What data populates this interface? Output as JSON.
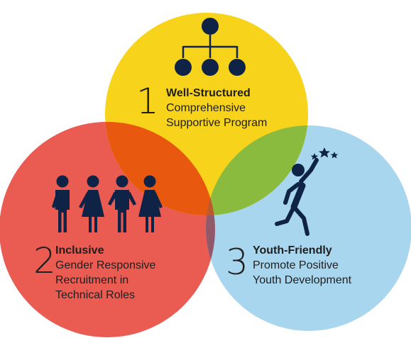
{
  "circles": [
    {
      "color": "#f7d31b",
      "number": "1",
      "title": "Well-Structured",
      "description": [
        "Comprehensive",
        "Supportive Program"
      ],
      "icon": "org-chart-icon"
    },
    {
      "color": "#ea5b51",
      "number": "2",
      "title": "Inclusive",
      "description": [
        "Gender Responsive",
        "Recruitment in",
        "Technical Roles"
      ],
      "icon": "people-group-icon"
    },
    {
      "color": "#a9d6ef",
      "number": "3",
      "title": "Youth-Friendly",
      "description": [
        "Promote Positive",
        "Youth Development"
      ],
      "icon": "reach-for-stars-icon"
    }
  ],
  "overlap_colors": {
    "yellow_red": "#e8580f",
    "yellow_blue": "#8aba3e",
    "red_blue": "#91596a",
    "center": "#bd5a2c"
  },
  "icon_color": "#0f2347"
}
